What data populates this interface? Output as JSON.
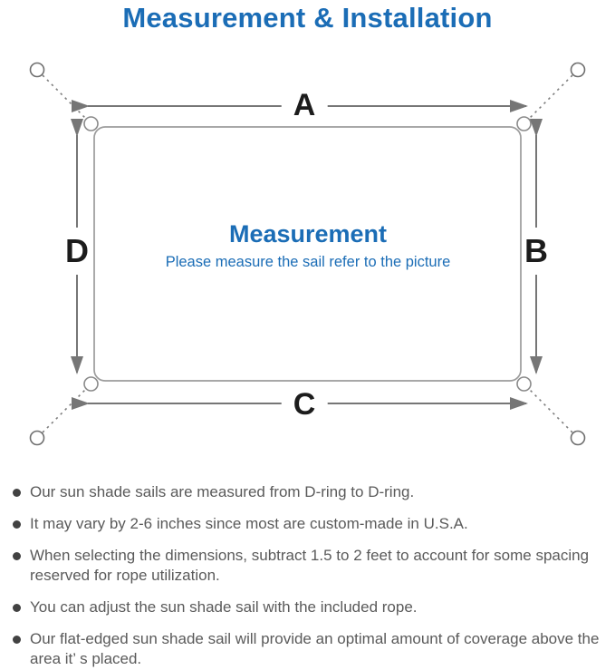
{
  "title": "Measurement & Installation",
  "diagram": {
    "labels": {
      "a": "A",
      "b": "B",
      "c": "C",
      "d": "D"
    },
    "center_title": "Measurement",
    "center_subtitle": "Please measure the sail refer to the picture"
  },
  "colors": {
    "accent_blue": "#1b6db6",
    "diagram_line": "#7d7d7d",
    "note_text": "#5a5a5a"
  },
  "bullets": [
    "Our sun shade sails are measured from D-ring to D-ring.",
    "It may vary by 2-6 inches since most are custom-made in U.S.A.",
    "When selecting the dimensions, subtract 1.5 to 2 feet to account for some spacing reserved for rope utilization.",
    "You can adjust the sun shade sail with the included rope.",
    "Our flat-edged sun shade sail will provide an optimal amount of coverage above the area it’ s placed."
  ]
}
